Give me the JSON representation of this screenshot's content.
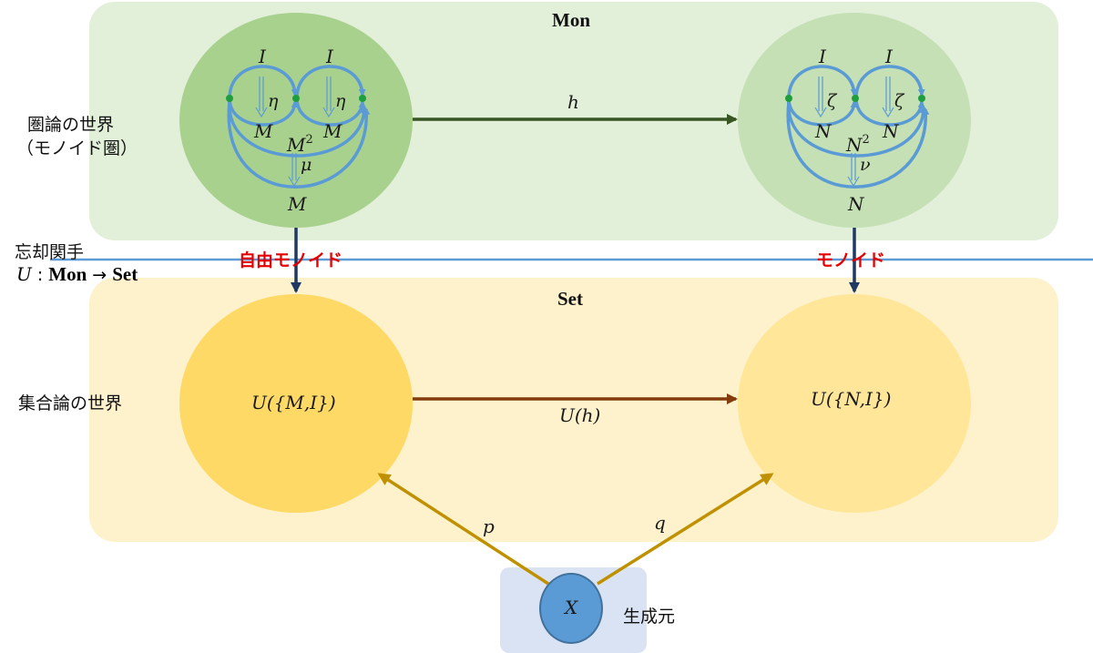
{
  "categories": {
    "mon": {
      "title": "Mon",
      "label_line1": "圏論の世界",
      "label_line2": "（モノイド圏）"
    },
    "set": {
      "title": "Set",
      "label": "集合論の世界"
    }
  },
  "functor": {
    "name": "忘却関手",
    "symbol": "U",
    "colon": ":",
    "source": "Mon",
    "arrow": "→",
    "target": "Set"
  },
  "mon_objects": {
    "left": {
      "unit_left": "I",
      "unit_right": "I",
      "eta_left": "η",
      "eta_right": "η",
      "obj_left": "M",
      "obj_right": "M",
      "tensor_base": "M",
      "tensor_exp": "2",
      "mult": "μ",
      "obj_bottom": "M"
    },
    "right": {
      "unit_left": "I",
      "unit_right": "I",
      "eta_left": "ζ",
      "eta_right": "ζ",
      "obj_left": "N",
      "obj_right": "N",
      "tensor_base": "N",
      "tensor_exp": "2",
      "mult": "ν",
      "obj_bottom": "N"
    }
  },
  "morphisms": {
    "mon": "h",
    "set": "U(h)",
    "p": "p",
    "q": "q"
  },
  "set_objects": {
    "left": "U({M,I})",
    "right": "U({N,I})"
  },
  "generator": {
    "symbol": "X",
    "label": "生成元"
  },
  "red_labels": {
    "left": "自由モノイド",
    "right": "モノイド"
  },
  "colors": {
    "mon_panel": "#e2efd9",
    "set_panel": "#fef2cc",
    "gen_panel": "#dae3f3",
    "loop_blue": "#5b9bd5",
    "mon_arrow": "#375623",
    "set_arrow": "#843c0c",
    "functor_arrow": "#1f3864",
    "gen_arrow": "#bf9000",
    "divider": "#5b9bd5",
    "red_text": "#e60000"
  }
}
